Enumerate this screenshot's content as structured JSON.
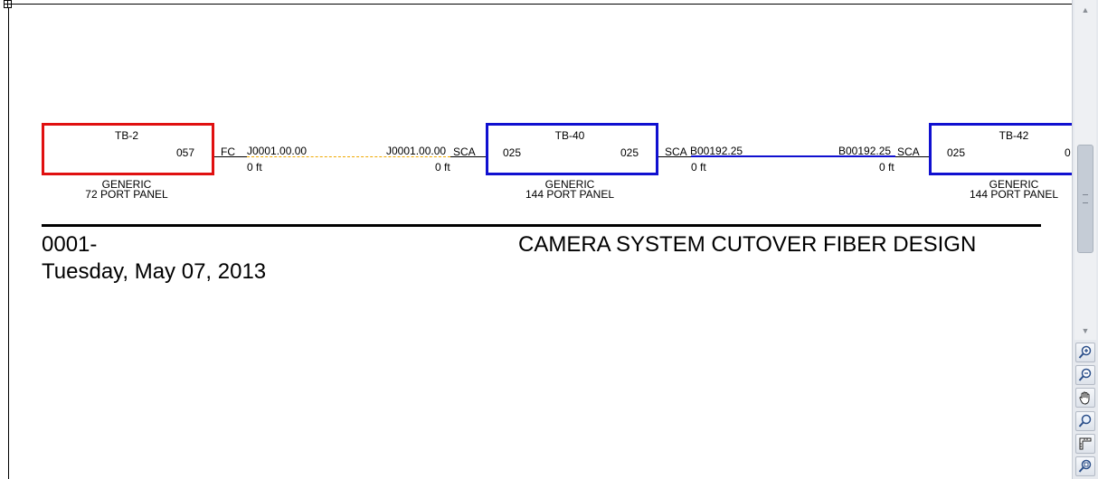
{
  "diagram": {
    "panels": [
      {
        "name": "TB-2",
        "port_right": "057",
        "type": "GENERIC",
        "desc": "72 PORT PANEL",
        "color": "#e01010"
      },
      {
        "name": "TB-40",
        "port_left": "025",
        "port_right": "025",
        "type": "GENERIC",
        "desc": "144 PORT PANEL",
        "color": "#1010d0"
      },
      {
        "name": "TB-42",
        "port_left": "025",
        "port_right": "0",
        "type": "GENERIC",
        "desc": "144 PORT PANEL",
        "color": "#1010d0"
      }
    ],
    "links": [
      {
        "left_connector": "FC",
        "left_cable": "J0001.00.00",
        "left_length": "0 ft",
        "right_cable": "J0001.00.00",
        "right_connector": "SCA",
        "right_length": "0 ft",
        "color": "#f0a800"
      },
      {
        "left_connector": "SCA",
        "left_cable": "B00192.25",
        "left_length": "0 ft",
        "right_cable": "B00192.25",
        "right_connector": "SCA",
        "right_length": "0 ft",
        "color": "#1010d0"
      }
    ]
  },
  "footer": {
    "drawing_number": "0001-",
    "date": "Tuesday, May 07, 2013",
    "title": "CAMERA SYSTEM CUTOVER FIBER DESIGN"
  },
  "toolbar": {
    "scroll_up_icon": "▲",
    "scroll_down_icon": "▼",
    "tools": [
      "zoom-in-icon",
      "zoom-out-icon",
      "pan-hand-icon",
      "zoom-icon",
      "measure-icon",
      "zoom-fit-icon"
    ]
  }
}
